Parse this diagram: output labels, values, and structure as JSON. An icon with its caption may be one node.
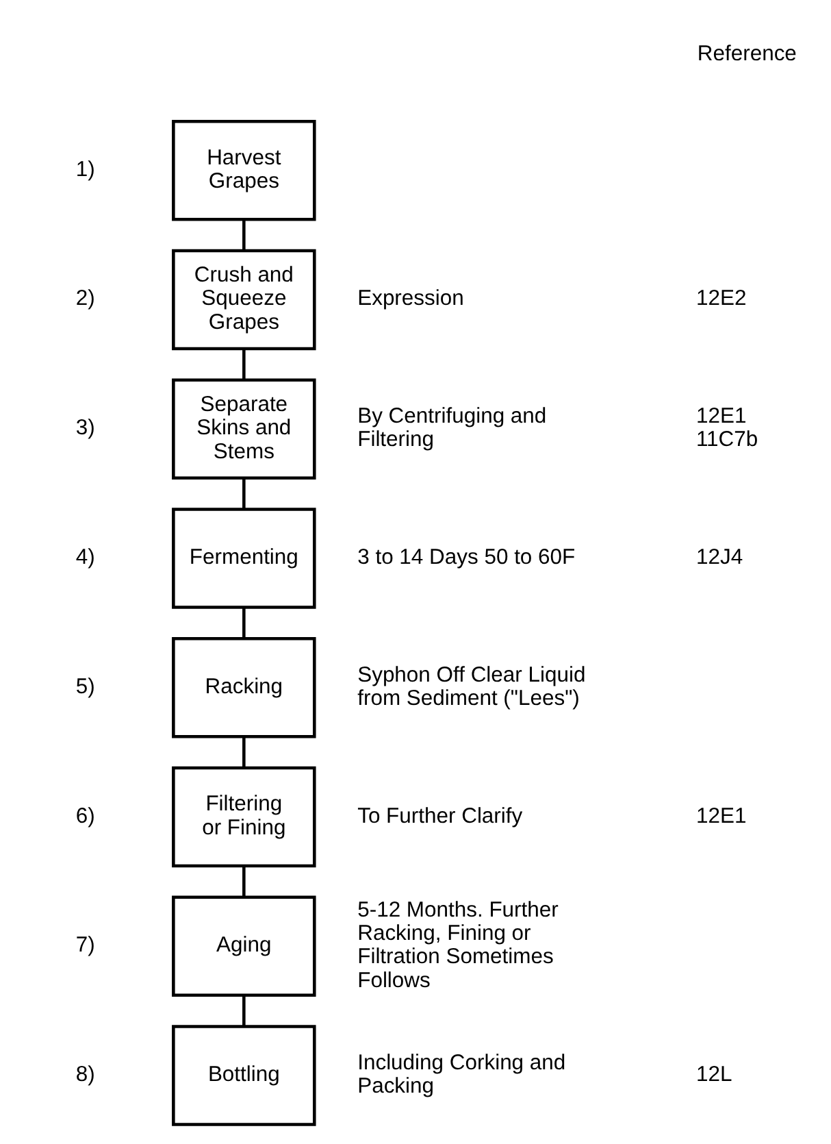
{
  "diagram": {
    "nodes": [
      {
        "text": [
          "Harvest Grapes"
        ]
      },
      {
        "text": [
          "Crush and Squeeze Grapes"
        ],
        "beside": [
          "Expression"
        ]
      },
      {
        "text": [
          "Separate Skins and Stems"
        ],
        "beside": [
          "By Centrifuging and Filtering"
        ]
      },
      {
        "text": [
          "Fermenting"
        ],
        "beside": [
          "3 to 14 Days 50 to 60F"
        ]
      },
      {
        "text": [
          "Racking"
        ],
        "beside": [
          "Syphon Off Clear Liquid from Sediment (\"Lees\")"
        ]
      },
      {
        "text": [
          "Filtering or Fining"
        ],
        "beside": [
          "To Further Clarify"
        ]
      },
      {
        "text": [
          "Aging"
        ],
        "beside": [
          "5-12 Months. Further Racking, Fining or Filtration Sometimes Follows"
        ]
      },
      {
        "text": [
          "Bottling"
        ],
        "beside": [
          "Including Corking and Packing"
        ]
      }
    ],
    "edges": [
      {
        "from": 0,
        "to": 1,
        "arrow": "none"
      },
      {
        "from": 1,
        "to": 2,
        "arrow": "none"
      },
      {
        "from": 2,
        "to": 3,
        "arrow": "none"
      },
      {
        "from": 3,
        "to": 4,
        "arrow": "none"
      },
      {
        "from": 4,
        "to": 5,
        "arrow": "none"
      },
      {
        "from": 5,
        "to": 6,
        "arrow": "none"
      },
      {
        "from": 6,
        "to": 7,
        "arrow": "none"
      }
    ],
    "labels": [
      "Reference",
      "1)",
      "2)",
      "12E2",
      "3)",
      "12E1",
      "11C7b",
      "4)",
      "12J4",
      "5)",
      "6)",
      "12E1",
      "7)",
      "8)",
      "12L"
    ]
  }
}
